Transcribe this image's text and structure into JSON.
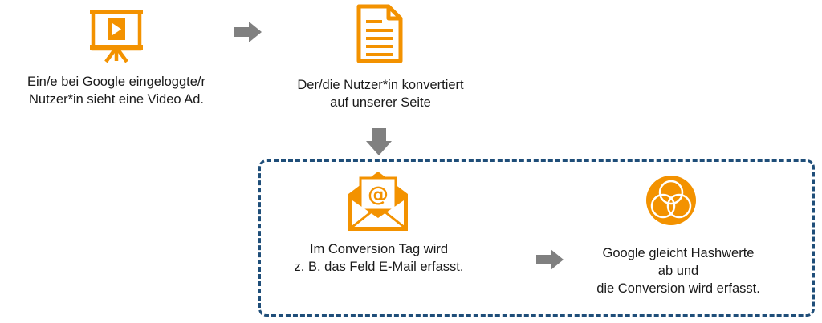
{
  "colors": {
    "icon": "#f39200",
    "arrow": "#808080",
    "dashed_border": "#1f4e79",
    "text": "#1a1a1a"
  },
  "steps": [
    {
      "icon": "video-presentation-icon",
      "text": "Ein/e bei Google eingeloggte/r\nNutzer*in sieht eine Video Ad."
    },
    {
      "icon": "document-icon",
      "text": "Der/die Nutzer*in konvertiert\nauf unserer Seite"
    },
    {
      "icon": "email-envelope-icon",
      "text": "Im Conversion Tag wird\nz. B. das Feld E-Mail erfasst."
    },
    {
      "icon": "venn-circles-icon",
      "text": "Google gleicht Hashwerte\nab und\ndie Conversion wird erfasst."
    }
  ],
  "arrows": [
    {
      "name": "arrow-right-1",
      "direction": "right"
    },
    {
      "name": "arrow-down",
      "direction": "down"
    },
    {
      "name": "arrow-right-2",
      "direction": "right"
    }
  ]
}
